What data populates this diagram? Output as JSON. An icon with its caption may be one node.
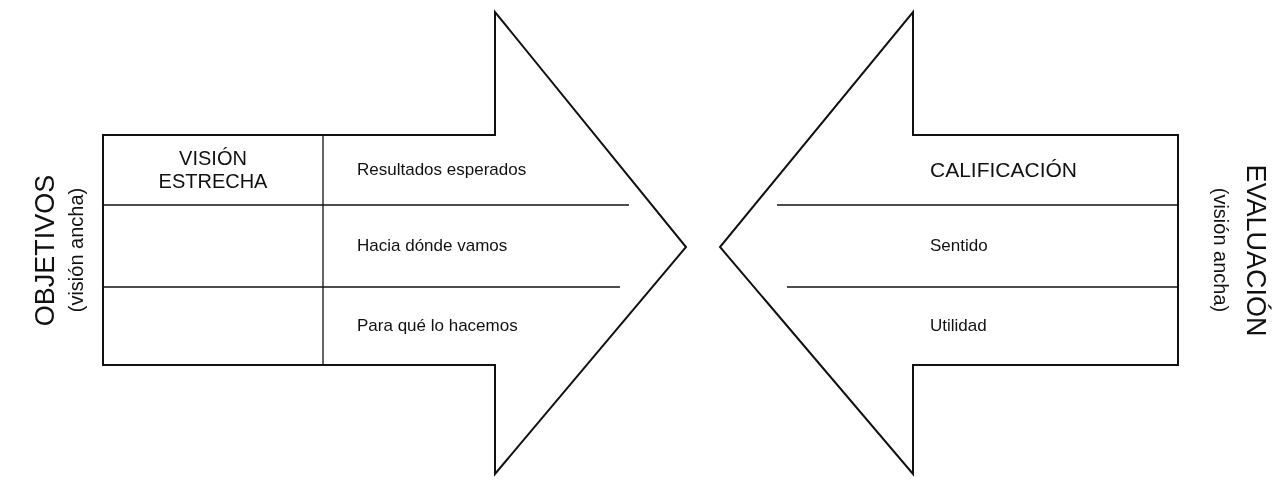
{
  "diagram": {
    "nodes": [
      {
        "text": [
          "OBJETIVOS",
          "(visión ancha)"
        ]
      },
      {
        "text": [
          "VISIÓN ESTRECHA"
        ],
        "in": 0
      },
      {
        "text": [
          "Resultados esperados"
        ],
        "in": 0
      },
      {
        "text": [
          "Hacia dónde vamos"
        ],
        "in": 0
      },
      {
        "text": [
          "Para qué lo hacemos"
        ],
        "in": 0
      },
      {
        "text": [
          "EVALUACIÓN",
          "(visión ancha)"
        ]
      },
      {
        "text": [
          "CALIFICACIÓN"
        ],
        "in": 5
      },
      {
        "text": [
          "Sentido"
        ],
        "in": 5
      },
      {
        "text": [
          "Utilidad"
        ],
        "in": 5
      }
    ],
    "edges": []
  }
}
